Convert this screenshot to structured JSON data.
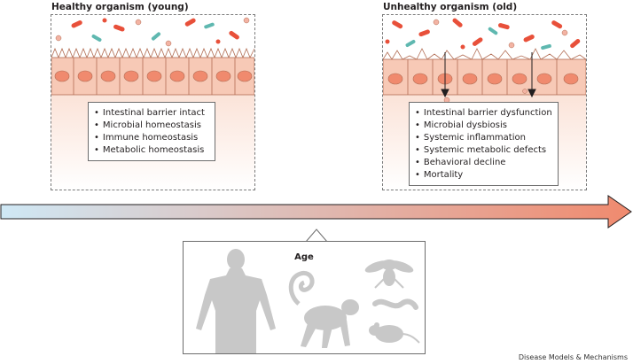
{
  "healthy": {
    "title": "Healthy organism (young)",
    "items": [
      "Intestinal barrier intact",
      "Microbial homeostasis",
      "Immune homeostasis",
      "Metabolic homeostasis"
    ]
  },
  "unhealthy": {
    "title": "Unhealthy organism (old)",
    "items": [
      "Intestinal barrier dysfunction",
      "Microbial dysbiosis",
      "Systemic inflammation",
      "Systemic metabolic defects",
      "Behavioral decline",
      "Mortality"
    ]
  },
  "age": {
    "label": "Age",
    "organisms": [
      "human-icon",
      "monkey-icon",
      "fly-icon",
      "worm-icon",
      "mouse-icon"
    ]
  },
  "credit": "Disease Models & Mechanisms",
  "colors": {
    "timeline_start": "#cfe8f5",
    "timeline_end": "#f08a6e",
    "epithelium": "#f7c9b6",
    "nucleus": "#f08a6e",
    "bacteria_red": "#e8503a",
    "bacteria_teal": "#5fb8b0",
    "silhouette": "#c8c8c8"
  }
}
